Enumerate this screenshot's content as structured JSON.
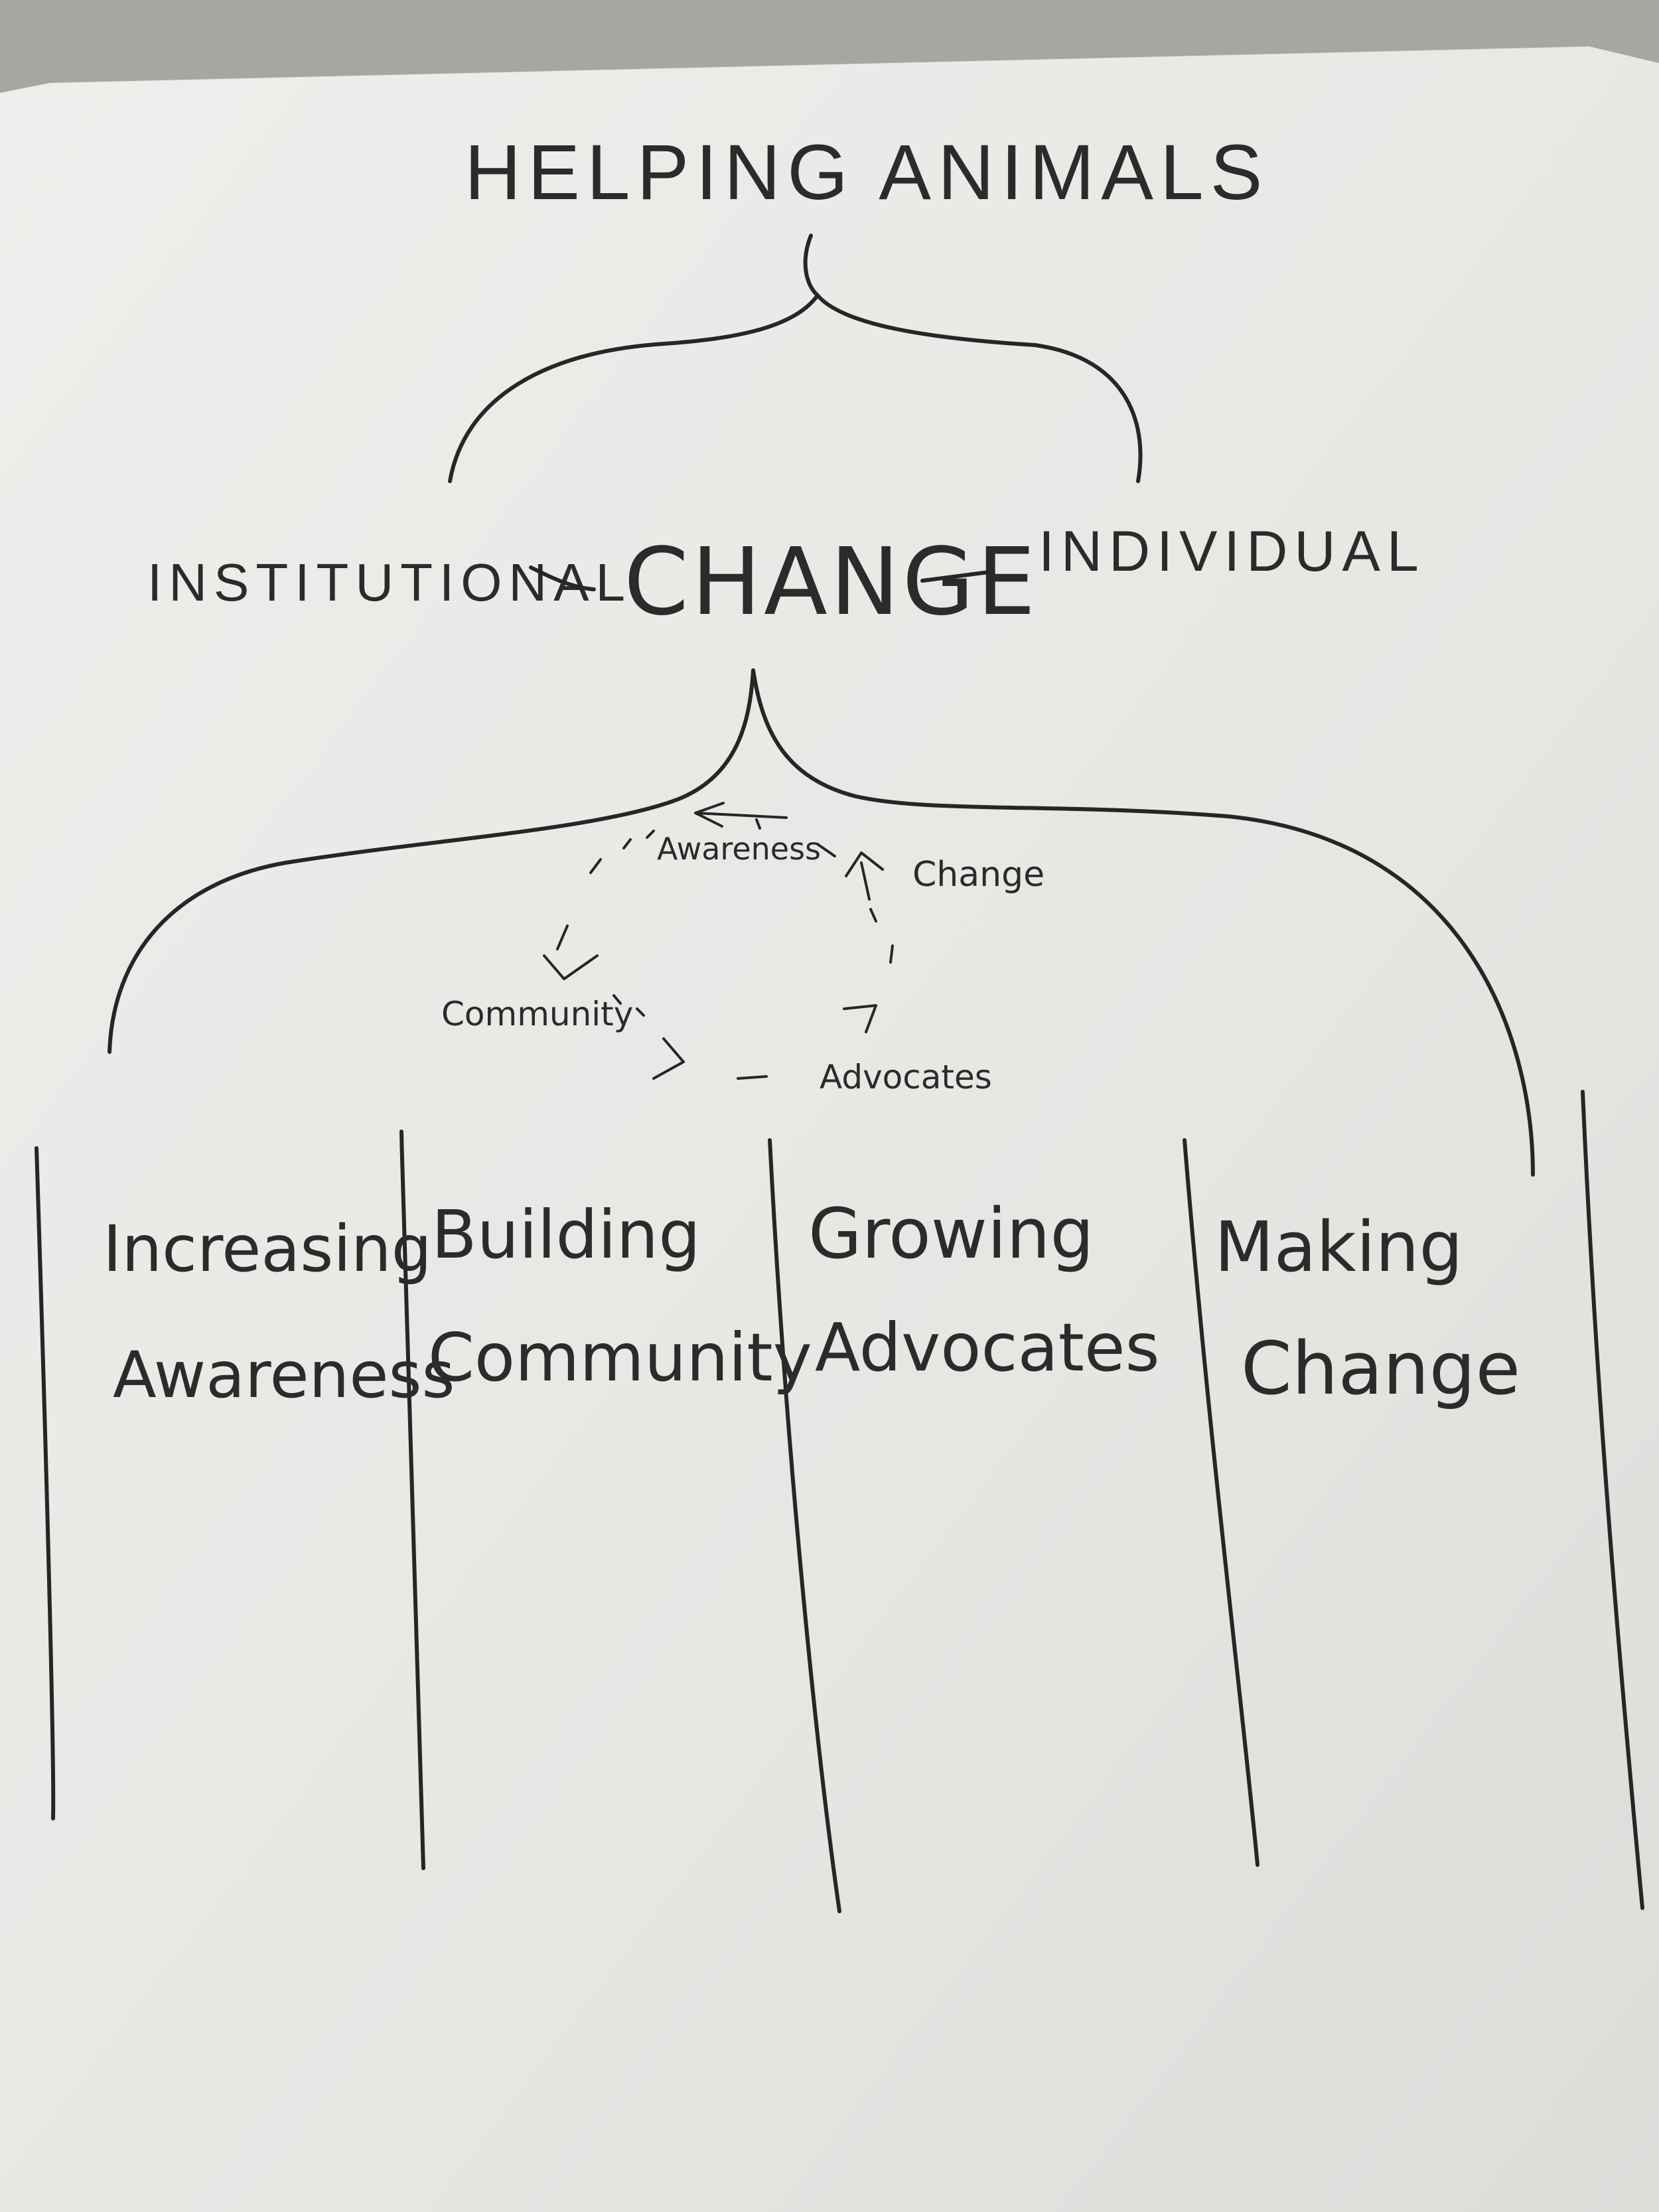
{
  "title": "HELPING ANIMALS",
  "center": {
    "label": "CHANGE",
    "left": "INSTITUTIONAL",
    "right": "INDIVIDUAL"
  },
  "cycle": {
    "top": "Awareness",
    "left": "Community",
    "bottom": "Advocates",
    "right": "Change"
  },
  "columns": [
    {
      "line1": "Increasing",
      "line2": "Awareness"
    },
    {
      "line1": "Building",
      "line2": "Community"
    },
    {
      "line1": "Growing",
      "line2": "Advocates"
    },
    {
      "line1": "Making",
      "line2": "Change"
    }
  ],
  "colors": {
    "paper": "#e9e9e7",
    "ink": "#262626",
    "background": "#a7a7a2"
  }
}
